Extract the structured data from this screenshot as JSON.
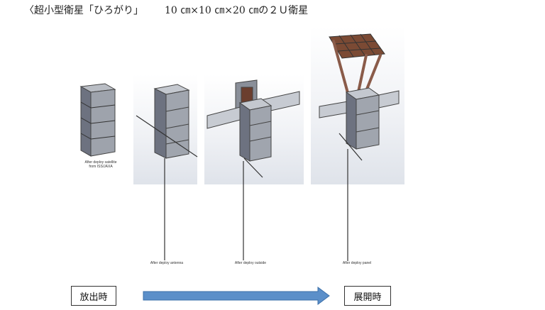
{
  "header": {
    "title": "〈超小型衛星「ひろがり」",
    "dimensions": "10 ㎝×10 ㎝×20 ㎝の２Ｕ衛星"
  },
  "stages": [
    {
      "caption": "After deploy satellite\nfrom ISS/JAXA"
    },
    {
      "caption": "After deploy antenna"
    },
    {
      "caption": "After deploy outside"
    },
    {
      "caption": "After deploy panel"
    }
  ],
  "flow": {
    "start_label": "放出時",
    "end_label": "展開時",
    "arrow_color": "#5b8fc9"
  }
}
